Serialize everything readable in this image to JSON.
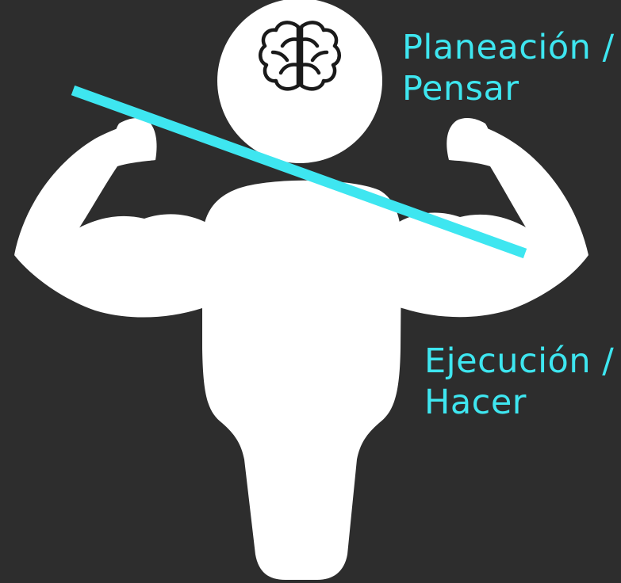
{
  "diagram": {
    "top_label": {
      "line1": "Planeación /",
      "line2": "Pensar"
    },
    "bottom_label": {
      "line1": "Ejecución /",
      "line2": "Hacer"
    },
    "colors": {
      "background": "#2d2d2d",
      "figure": "#ffffff",
      "accent_line": "#3ee6f0",
      "text": "#3ee6f0",
      "icon": "#1a1a1a"
    },
    "icons": {
      "head_icon": "brain-icon",
      "figure": "flexing-strongman-figure"
    }
  }
}
